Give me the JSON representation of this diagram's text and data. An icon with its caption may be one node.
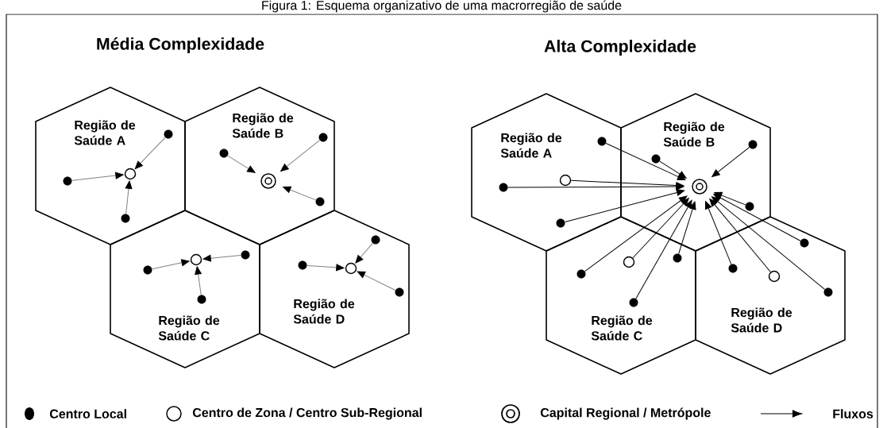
{
  "diagram": {
    "title": "Figura 1: Esquema organizativo de uma macrorregião de saúde",
    "nodes": [
      {
        "text": [
          "Região de Saúde A"
        ]
      },
      {
        "text": [],
        "shape": "circle",
        "in": 0
      },
      {
        "text": [],
        "shape": "dot",
        "in": 0
      },
      {
        "text": [],
        "shape": "dot",
        "in": 0
      },
      {
        "text": [],
        "shape": "dot",
        "in": 0
      },
      {
        "text": [
          "Região de Saúde B"
        ]
      },
      {
        "text": [],
        "shape": "target",
        "in": 5
      },
      {
        "text": [],
        "shape": "dot",
        "in": 5
      },
      {
        "text": [],
        "shape": "dot",
        "in": 5
      },
      {
        "text": [],
        "shape": "dot",
        "in": 5
      },
      {
        "text": [
          "Região de Saúde C"
        ]
      },
      {
        "text": [],
        "shape": "circle",
        "in": 10
      },
      {
        "text": [],
        "shape": "dot",
        "in": 10
      },
      {
        "text": [],
        "shape": "dot",
        "in": 10
      },
      {
        "text": [],
        "shape": "dot",
        "in": 10
      },
      {
        "text": [
          "Região de Saúde D"
        ]
      },
      {
        "text": [],
        "shape": "circle",
        "in": 15
      },
      {
        "text": [],
        "shape": "dot",
        "in": 15
      },
      {
        "text": [],
        "shape": "dot",
        "in": 15
      },
      {
        "text": [],
        "shape": "dot",
        "in": 15
      },
      {
        "text": [
          "Região de Saúde A"
        ]
      },
      {
        "text": [],
        "shape": "dot",
        "in": 20
      },
      {
        "text": [],
        "shape": "circle",
        "in": 20
      },
      {
        "text": [],
        "shape": "dot",
        "in": 20
      },
      {
        "text": [],
        "shape": "dot",
        "in": 20
      },
      {
        "text": [
          "Região de Saúde B"
        ]
      },
      {
        "text": [],
        "shape": "target",
        "in": 25
      },
      {
        "text": [],
        "shape": "dot",
        "in": 25
      },
      {
        "text": [],
        "shape": "dot",
        "in": 25
      },
      {
        "text": [],
        "shape": "dot",
        "in": 25
      },
      {
        "text": [
          "Região de Saúde C"
        ]
      },
      {
        "text": [],
        "shape": "dot",
        "in": 30
      },
      {
        "text": [],
        "shape": "circle",
        "in": 30
      },
      {
        "text": [],
        "shape": "dot",
        "in": 30
      },
      {
        "text": [],
        "shape": "dot",
        "in": 30
      },
      {
        "text": [
          "Região de Saúde D"
        ]
      },
      {
        "text": [],
        "shape": "dot",
        "in": 35
      },
      {
        "text": [],
        "shape": "circle",
        "in": 35
      },
      {
        "text": [],
        "shape": "dot",
        "in": 35
      },
      {
        "text": [],
        "shape": "dot",
        "in": 35
      }
    ],
    "edges": [
      {
        "from": 2,
        "to": 1,
        "arrow": "to",
        "color": "#808080"
      },
      {
        "from": 3,
        "to": 1,
        "arrow": "to",
        "color": "#808080"
      },
      {
        "from": 4,
        "to": 1,
        "arrow": "to",
        "color": "#808080"
      },
      {
        "from": 7,
        "to": 6,
        "arrow": "to",
        "color": "#808080"
      },
      {
        "from": 8,
        "to": 6,
        "arrow": "to",
        "color": "#808080"
      },
      {
        "from": 9,
        "to": 6,
        "arrow": "to",
        "color": "#808080"
      },
      {
        "from": 12,
        "to": 11,
        "arrow": "to",
        "color": "#808080"
      },
      {
        "from": 13,
        "to": 11,
        "arrow": "to",
        "color": "#808080"
      },
      {
        "from": 14,
        "to": 11,
        "arrow": "to",
        "color": "#808080"
      },
      {
        "from": 17,
        "to": 16,
        "arrow": "to",
        "color": "#808080"
      },
      {
        "from": 18,
        "to": 16,
        "arrow": "to",
        "color": "#808080"
      },
      {
        "from": 19,
        "to": 16,
        "arrow": "to",
        "color": "#808080"
      },
      {
        "from": 21,
        "to": 26,
        "arrow": "to"
      },
      {
        "from": 22,
        "to": 26,
        "arrow": "to"
      },
      {
        "from": 23,
        "to": 26,
        "arrow": "to"
      },
      {
        "from": 24,
        "to": 26,
        "arrow": "to"
      },
      {
        "from": 27,
        "to": 26,
        "arrow": "to"
      },
      {
        "from": 28,
        "to": 26,
        "arrow": "to"
      },
      {
        "from": 29,
        "to": 26,
        "arrow": "to"
      },
      {
        "from": 31,
        "to": 26,
        "arrow": "to"
      },
      {
        "from": 32,
        "to": 26,
        "arrow": "to"
      },
      {
        "from": 33,
        "to": 26,
        "arrow": "to"
      },
      {
        "from": 34,
        "to": 26,
        "arrow": "to"
      },
      {
        "from": 36,
        "to": 26,
        "arrow": "to"
      },
      {
        "from": 37,
        "to": 26,
        "arrow": "to"
      },
      {
        "from": 38,
        "to": 26,
        "arrow": "to"
      },
      {
        "from": 39,
        "to": 26,
        "arrow": "to"
      }
    ],
    "labels": [
      "Média Complexidade",
      "Alta Complexidade"
    ],
    "legend": [
      {
        "text": "Centro Local"
      },
      {
        "text": "Centro de Zona / Centro Sub-Regional"
      },
      {
        "text": "Capital Regional / Metrópole"
      },
      {
        "text": "Fluxos"
      }
    ]
  }
}
